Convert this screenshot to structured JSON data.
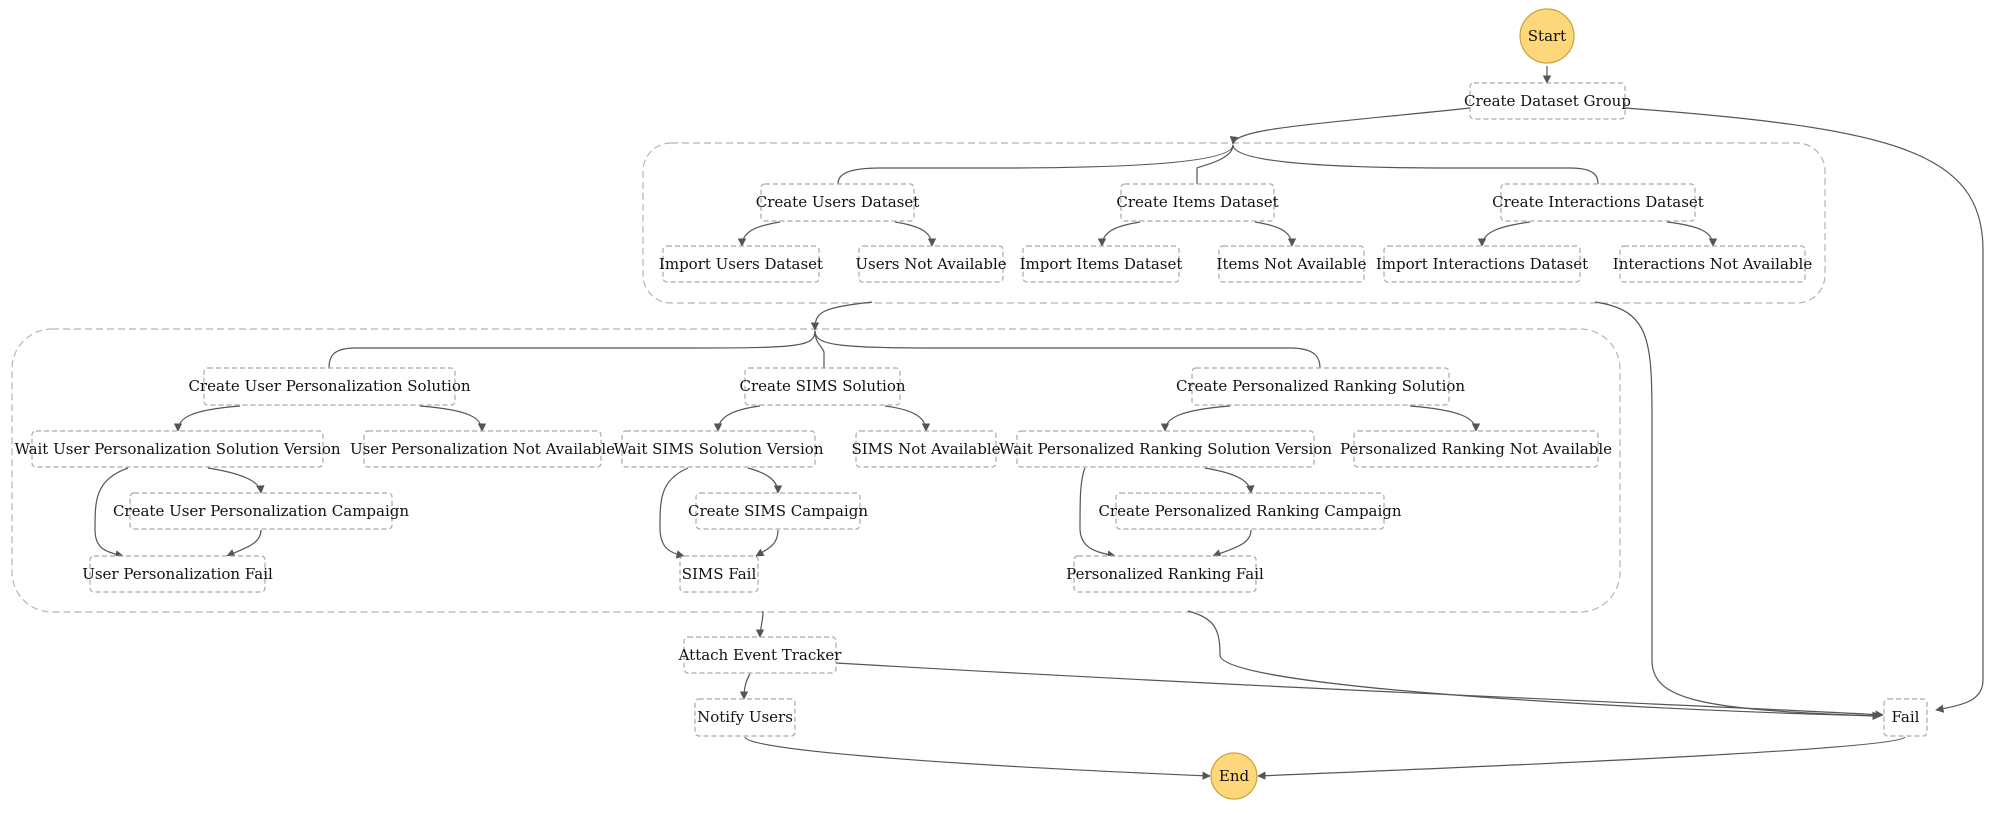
{
  "diagram": {
    "nodes": {
      "start": "Start",
      "create_dataset_group": "Create Dataset Group",
      "create_users_dataset": "Create Users Dataset",
      "create_items_dataset": "Create Items Dataset",
      "create_interactions_dataset": "Create Interactions Dataset",
      "import_users_dataset": "Import Users Dataset",
      "users_not_available": "Users Not Available",
      "import_items_dataset": "Import Items Dataset",
      "items_not_available": "Items Not Available",
      "import_interactions_dataset": "Import Interactions Dataset",
      "interactions_not_available": "Interactions Not Available",
      "create_user_personalization_solution": "Create User Personalization Solution",
      "create_sims_solution": "Create SIMS Solution",
      "create_personalized_ranking_solution": "Create Personalized Ranking Solution",
      "wait_user_personalization_solution_version": "Wait User Personalization Solution Version",
      "user_personalization_not_available": "User Personalization Not Available",
      "wait_sims_solution_version": "Wait SIMS Solution Version",
      "sims_not_available": "SIMS Not Available",
      "wait_personalized_ranking_solution_version": "Wait Personalized Ranking Solution Version",
      "personalized_ranking_not_available": "Personalized Ranking Not Available",
      "create_user_personalization_campaign": "Create User Personalization Campaign",
      "create_sims_campaign": "Create SIMS Campaign",
      "create_personalized_ranking_campaign": "Create Personalized Ranking Campaign",
      "user_personalization_fail": "User Personalization Fail",
      "sims_fail": "SIMS Fail",
      "personalized_ranking_fail": "Personalized Ranking Fail",
      "attach_event_tracker": "Attach Event Tracker",
      "notify_users": "Notify Users",
      "fail": "Fail",
      "end": "End"
    },
    "colors": {
      "terminal_fill": "#fdd77a",
      "node_border": "#a9a9a9",
      "edge": "#555555"
    }
  }
}
